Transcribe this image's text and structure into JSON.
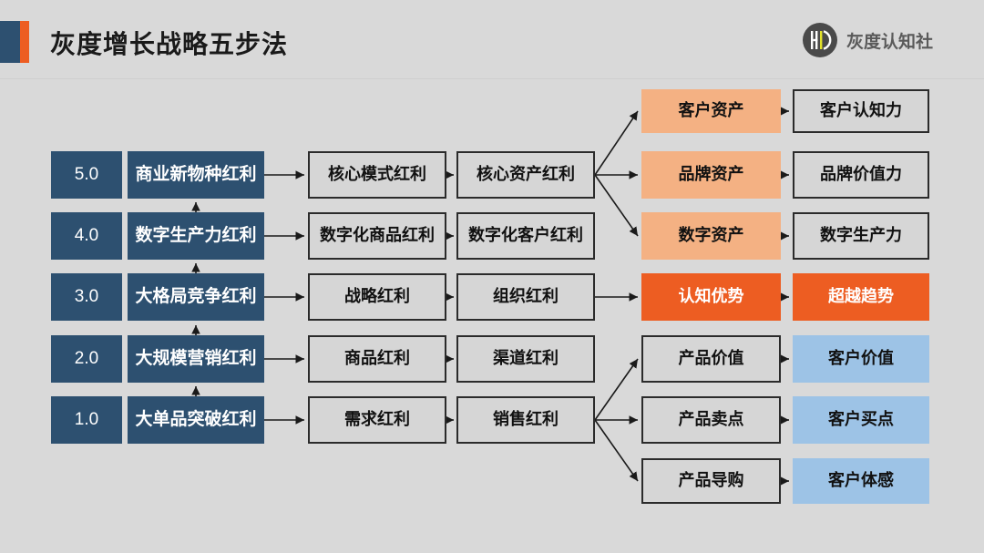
{
  "header": {
    "title": "灰度增长战略五步法",
    "brand_name": "灰度认知社",
    "logo_icon": "hd-circle-logo-icon",
    "accent_blue": "#2d5070",
    "accent_orange": "#ed5d22"
  },
  "colors": {
    "background": "#d9d9d9",
    "stage_blue": "#2d5070",
    "plain_gray": "#d6d6d6",
    "light_orange": "#f4b183",
    "bright_orange": "#ed5d22",
    "light_blue": "#9dc3e6",
    "border_dark": "#2b2b2b"
  },
  "diagram": {
    "type": "five-step growth strategy matrix",
    "rows": [
      {
        "version": "5.0",
        "stage": "商业新物种红利",
        "col3": "核心模式红利",
        "col4": "核心资产红利"
      },
      {
        "version": "4.0",
        "stage": "数字生产力红利",
        "col3": "数字化商品红利",
        "col4": "数字化客户红利"
      },
      {
        "version": "3.0",
        "stage": "大格局竞争红利",
        "col3": "战略红利",
        "col4": "组织红利"
      },
      {
        "version": "2.0",
        "stage": "大规模营销红利",
        "col3": "商品红利",
        "col4": "渠道红利"
      },
      {
        "version": "1.0",
        "stage": "大单品突破红利",
        "col3": "需求红利",
        "col4": "销售红利"
      }
    ],
    "asset_branch": {
      "source": "核心资产红利",
      "items": [
        {
          "asset": "客户资产",
          "capability": "客户认知力"
        },
        {
          "asset": "品牌资产",
          "capability": "品牌价值力"
        },
        {
          "asset": "数字资产",
          "capability": "数字生产力"
        }
      ]
    },
    "advantage_row": {
      "source": "组织红利",
      "asset": "认知优势",
      "capability": "超越趋势"
    },
    "product_branch": {
      "source": "销售红利",
      "items": [
        {
          "product": "产品价值",
          "customer": "客户价值"
        },
        {
          "product": "产品卖点",
          "customer": "客户买点"
        },
        {
          "product": "产品导购",
          "customer": "客户体感"
        }
      ]
    }
  }
}
